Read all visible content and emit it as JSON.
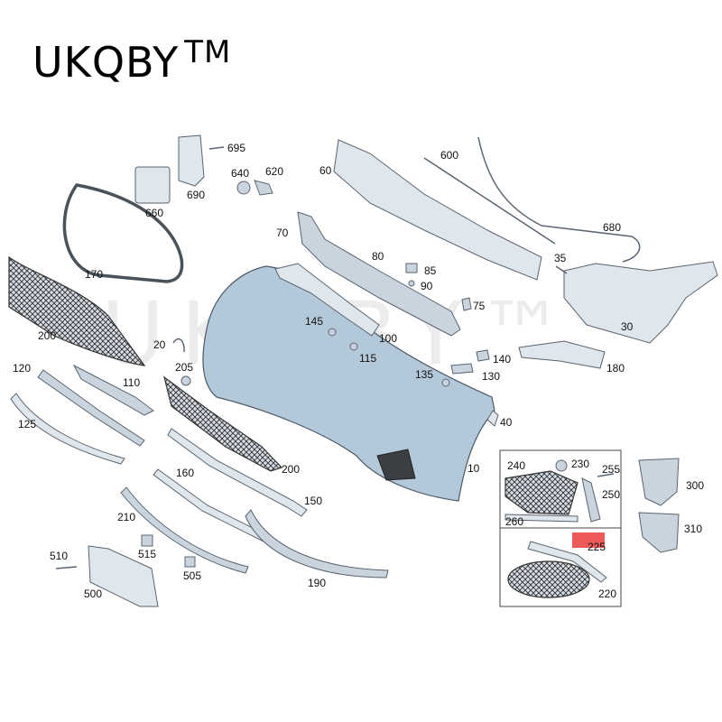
{
  "brand": {
    "name": "UKQBY",
    "trademark": "TM",
    "watermark": "UKQBY™"
  },
  "callouts": [
    "695",
    "640",
    "620",
    "60",
    "600",
    "690",
    "660",
    "170",
    "680",
    "70",
    "80",
    "85",
    "35",
    "90",
    "75",
    "30",
    "200",
    "145",
    "100",
    "20",
    "115",
    "140",
    "180",
    "120",
    "205",
    "110",
    "135",
    "130",
    "40",
    "125",
    "240",
    "230",
    "255",
    "300",
    "250",
    "200",
    "10",
    "160",
    "150",
    "260",
    "210",
    "225",
    "310",
    "515",
    "510",
    "505",
    "220",
    "500",
    "190"
  ],
  "highlight_color": "#ee5a5a"
}
